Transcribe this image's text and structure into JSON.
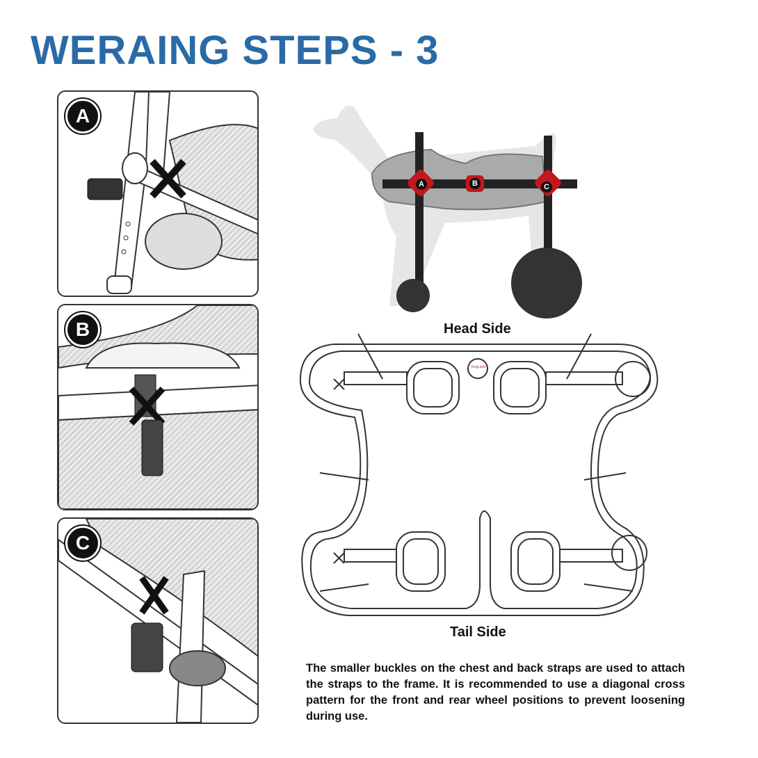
{
  "title": "WERAING STEPS - 3",
  "steps": [
    {
      "label": "A"
    },
    {
      "label": "B"
    },
    {
      "label": "C"
    }
  ],
  "diagram": {
    "markers": [
      "A",
      "B",
      "C"
    ],
    "accent_color": "#c0181d"
  },
  "harness": {
    "head_label": "Head Side",
    "tail_label": "Tail Side",
    "logo_text": "DogLand"
  },
  "note": "The smaller buckles on the chest and back straps are used to attach the straps to the frame. It is recommended to use a diagonal cross pattern for the front and rear wheel positions to prevent loosening during use.",
  "colors": {
    "title": "#2a6aa6"
  }
}
